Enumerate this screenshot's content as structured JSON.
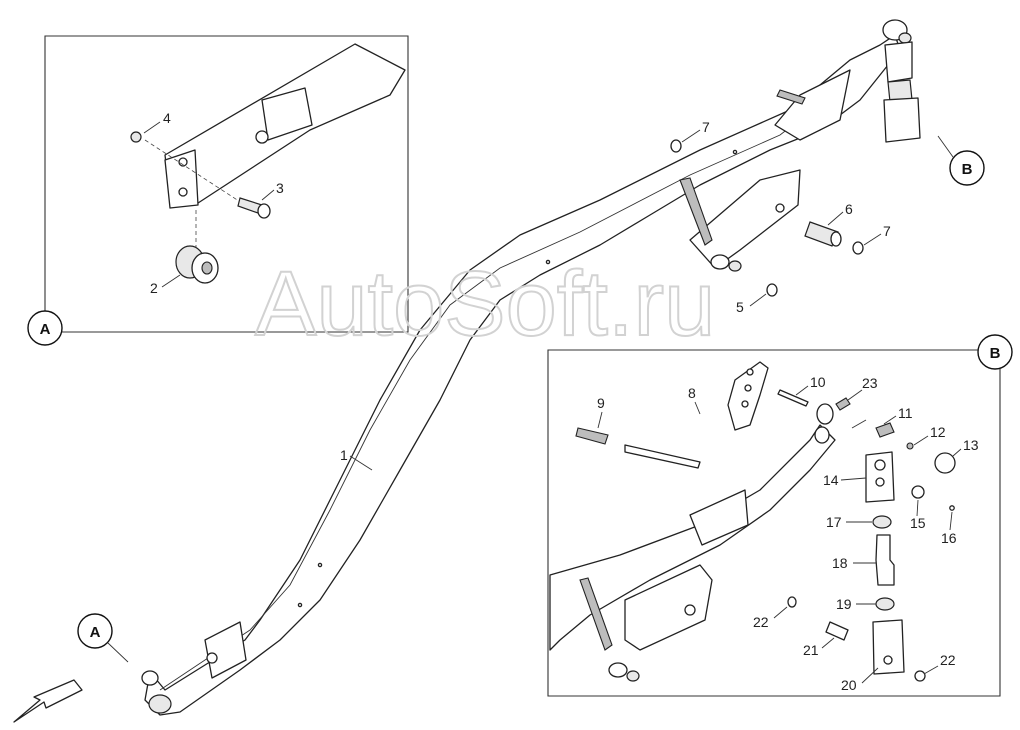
{
  "watermark": "AutoSoft.ru",
  "callouts": {
    "a_main": "A",
    "a_detail": "A",
    "b_main": "B",
    "b_detail": "B"
  },
  "part_numbers": {
    "p1": "1",
    "p2": "2",
    "p3": "3",
    "p4": "4",
    "p5": "5",
    "p6": "6",
    "p7a": "7",
    "p7b": "7",
    "p8": "8",
    "p9": "9",
    "p10": "10",
    "p11": "11",
    "p12": "12",
    "p13": "13",
    "p14": "14",
    "p15": "15",
    "p16": "16",
    "p17": "17",
    "p18": "18",
    "p19": "19",
    "p20": "20",
    "p21": "21",
    "p22a": "22",
    "p22b": "22",
    "p23": "23"
  }
}
